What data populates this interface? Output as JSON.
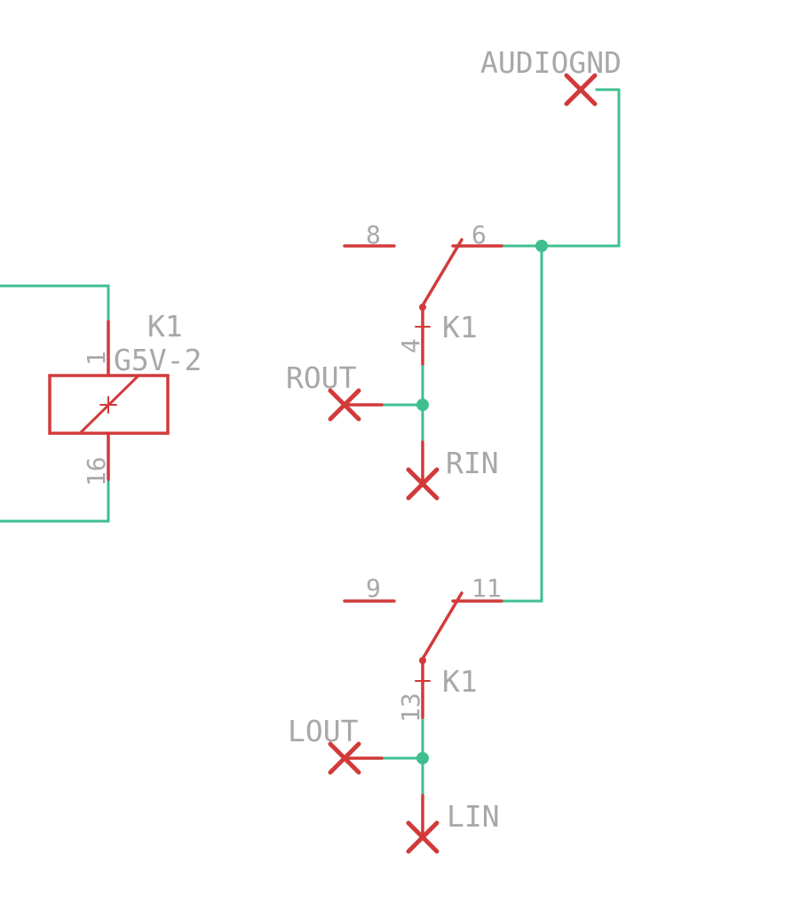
{
  "net_labels": {
    "audiognd": "AUDIOGND",
    "rout": "ROUT",
    "rin": "RIN",
    "lout": "LOUT",
    "lin": "LIN"
  },
  "relay": {
    "name": "K1",
    "value": "G5V-2",
    "coil_pins": [
      "1",
      "16"
    ]
  },
  "switches": [
    {
      "name": "K1",
      "common_pin": "4",
      "contact_left_pin": "8",
      "contact_right_pin": "6"
    },
    {
      "name": "K1",
      "common_pin": "13",
      "contact_left_pin": "9",
      "contact_right_pin": "11"
    }
  ],
  "colors": {
    "wire": "#3fbf8f",
    "symbol": "#d23a3a",
    "text": "#a8a8a8"
  }
}
